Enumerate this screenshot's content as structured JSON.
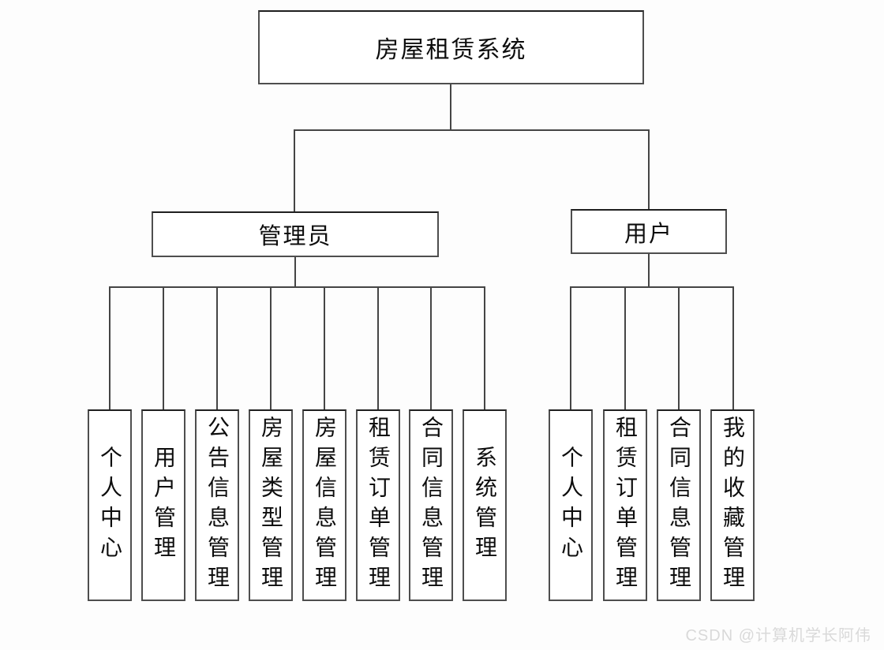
{
  "diagram": {
    "title": "房屋租赁系统",
    "root": {
      "label": "房屋租赁系统"
    },
    "branches": [
      {
        "label": "管理员",
        "children": [
          "个人中心",
          "用户管理",
          "公告信息管理",
          "房屋类型管理",
          "房屋信息管理",
          "租赁订单管理",
          "合同信息管理",
          "系统管理"
        ]
      },
      {
        "label": "用户",
        "children": [
          "个人中心",
          "租赁订单管理",
          "合同信息管理",
          "我的收藏管理"
        ]
      }
    ]
  },
  "watermark": {
    "text": "CSDN @计算机学长阿伟"
  },
  "colors": {
    "line": "#454545",
    "box_border": "#4e4e4e",
    "text": "#0d0d0d",
    "background": "#fdfdfd",
    "watermark": "#d9d9d9"
  }
}
